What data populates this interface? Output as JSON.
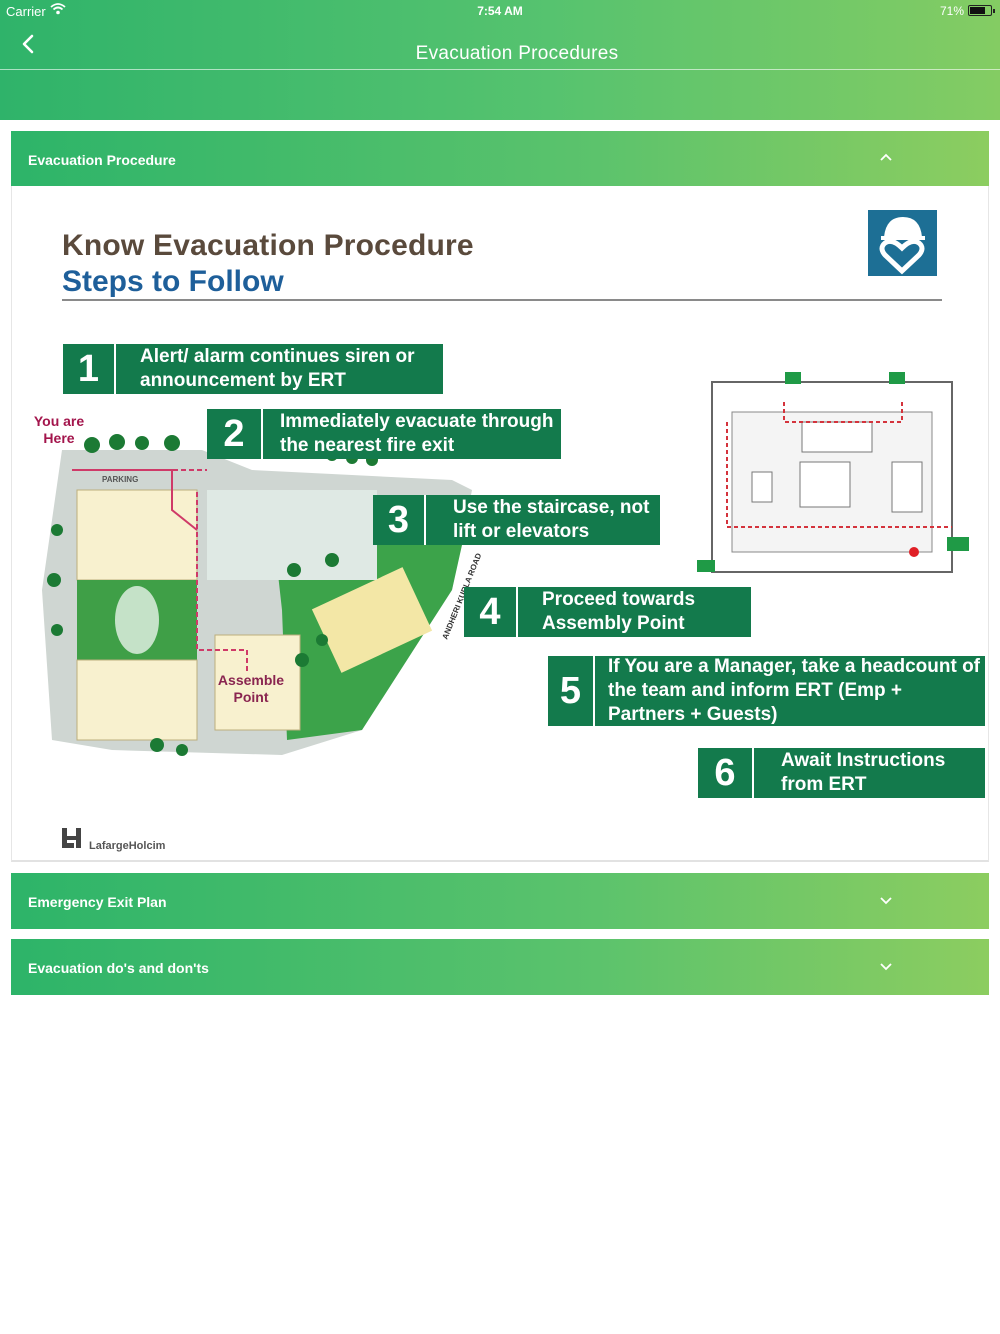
{
  "status_bar": {
    "carrier": "Carrier",
    "time": "7:54 AM",
    "battery": "71%"
  },
  "nav": {
    "title": "Evacuation Procedures",
    "back_icon": "chevron-left-icon"
  },
  "accent_colors": {
    "gradient_start": "#2fb36a",
    "gradient_end": "#84cc63",
    "step_green": "#137a4c",
    "title_brown": "#5a4a3c",
    "title_blue": "#1e5f9a"
  },
  "sections": [
    {
      "label": "Evacuation Procedure",
      "expanded": true,
      "chevron": "chevron-up-icon"
    },
    {
      "label": "Emergency Exit Plan",
      "expanded": false,
      "chevron": "chevron-down-icon"
    },
    {
      "label": "Evacuation do's and don'ts",
      "expanded": false,
      "chevron": "chevron-down-icon"
    }
  ],
  "poster": {
    "title": "Know Evacuation Procedure",
    "subtitle": "Steps to Follow",
    "you_are_here": "You are Here",
    "parking_label": "PARKING",
    "road_label": "ANDHERI KURLA ROAD",
    "assemble_point": "Assemble Point",
    "brand": "LafargeHolcim",
    "steps": [
      {
        "num": "1",
        "text": "Alert/ alarm continues siren or announcement by ERT"
      },
      {
        "num": "2",
        "text": "Immediately evacuate through the nearest fire exit"
      },
      {
        "num": "3",
        "text": "Use the staircase, not lift or elevators"
      },
      {
        "num": "4",
        "text": "Proceed towards Assembly Point"
      },
      {
        "num": "5",
        "text": "If You are a Manager, take a headcount of the team and inform ERT (Emp + Partners + Guests)"
      },
      {
        "num": "6",
        "text": "Await Instructions from ERT"
      }
    ]
  }
}
